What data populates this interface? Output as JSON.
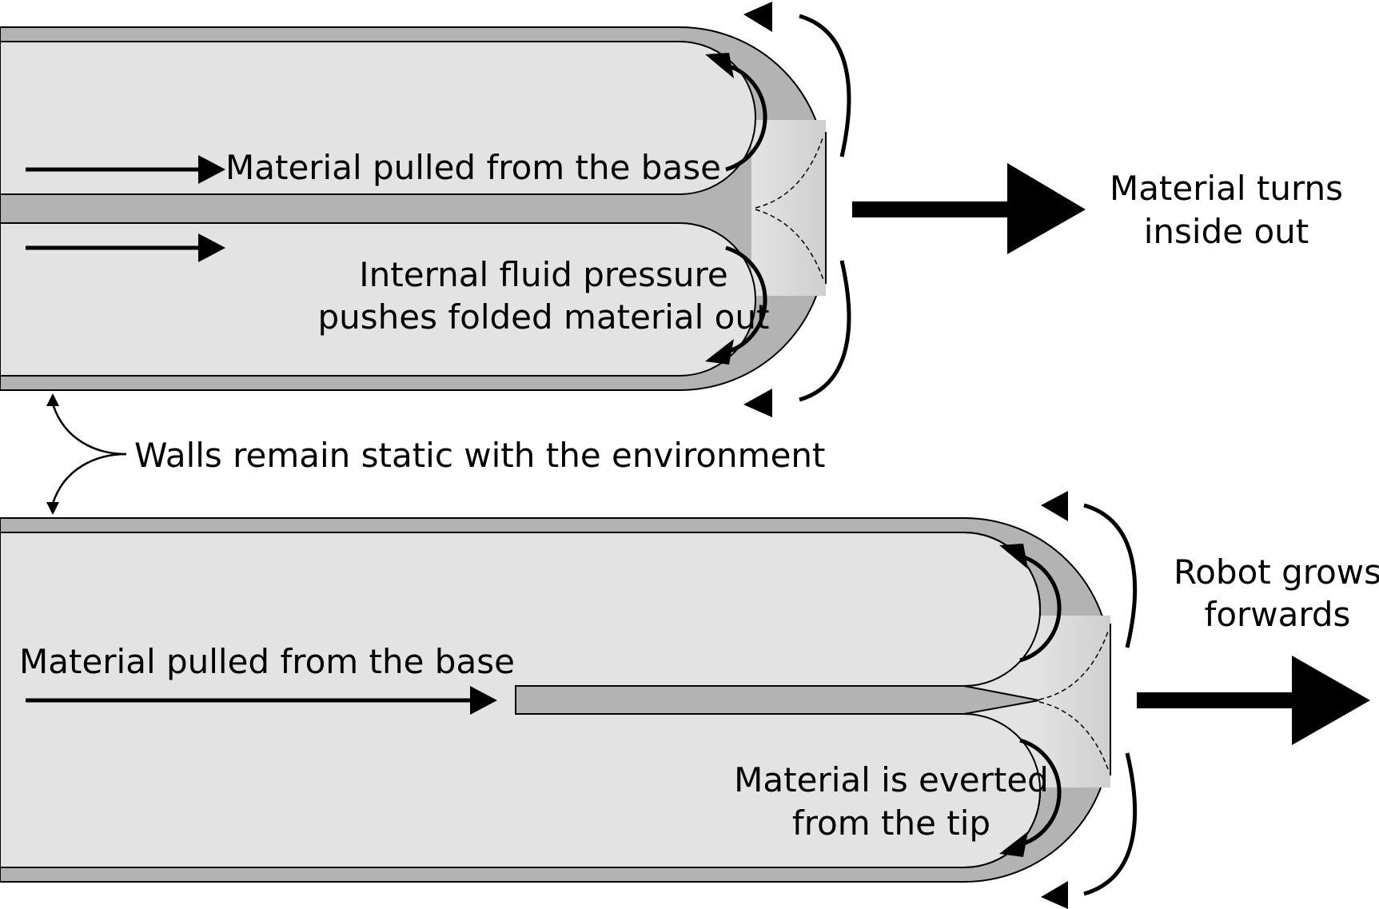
{
  "colors": {
    "wall": "#b3b3b3",
    "interior": "#e3e3e3",
    "outline": "#000000",
    "background": "#ffffff"
  },
  "top_panel": {
    "label_pulled": "Material pulled from the base",
    "label_pressure_line1": "Internal fluid pressure",
    "label_pressure_line2": "pushes folded material out",
    "label_result_line1": "Material turns",
    "label_result_line2": "inside out"
  },
  "middle": {
    "label_walls": "Walls remain static with the environment"
  },
  "bottom_panel": {
    "label_pulled": "Material pulled from the base",
    "label_everted_line1": "Material is everted",
    "label_everted_line2": "from the tip",
    "label_result_line1": "Robot grows",
    "label_result_line2": "forwards"
  }
}
